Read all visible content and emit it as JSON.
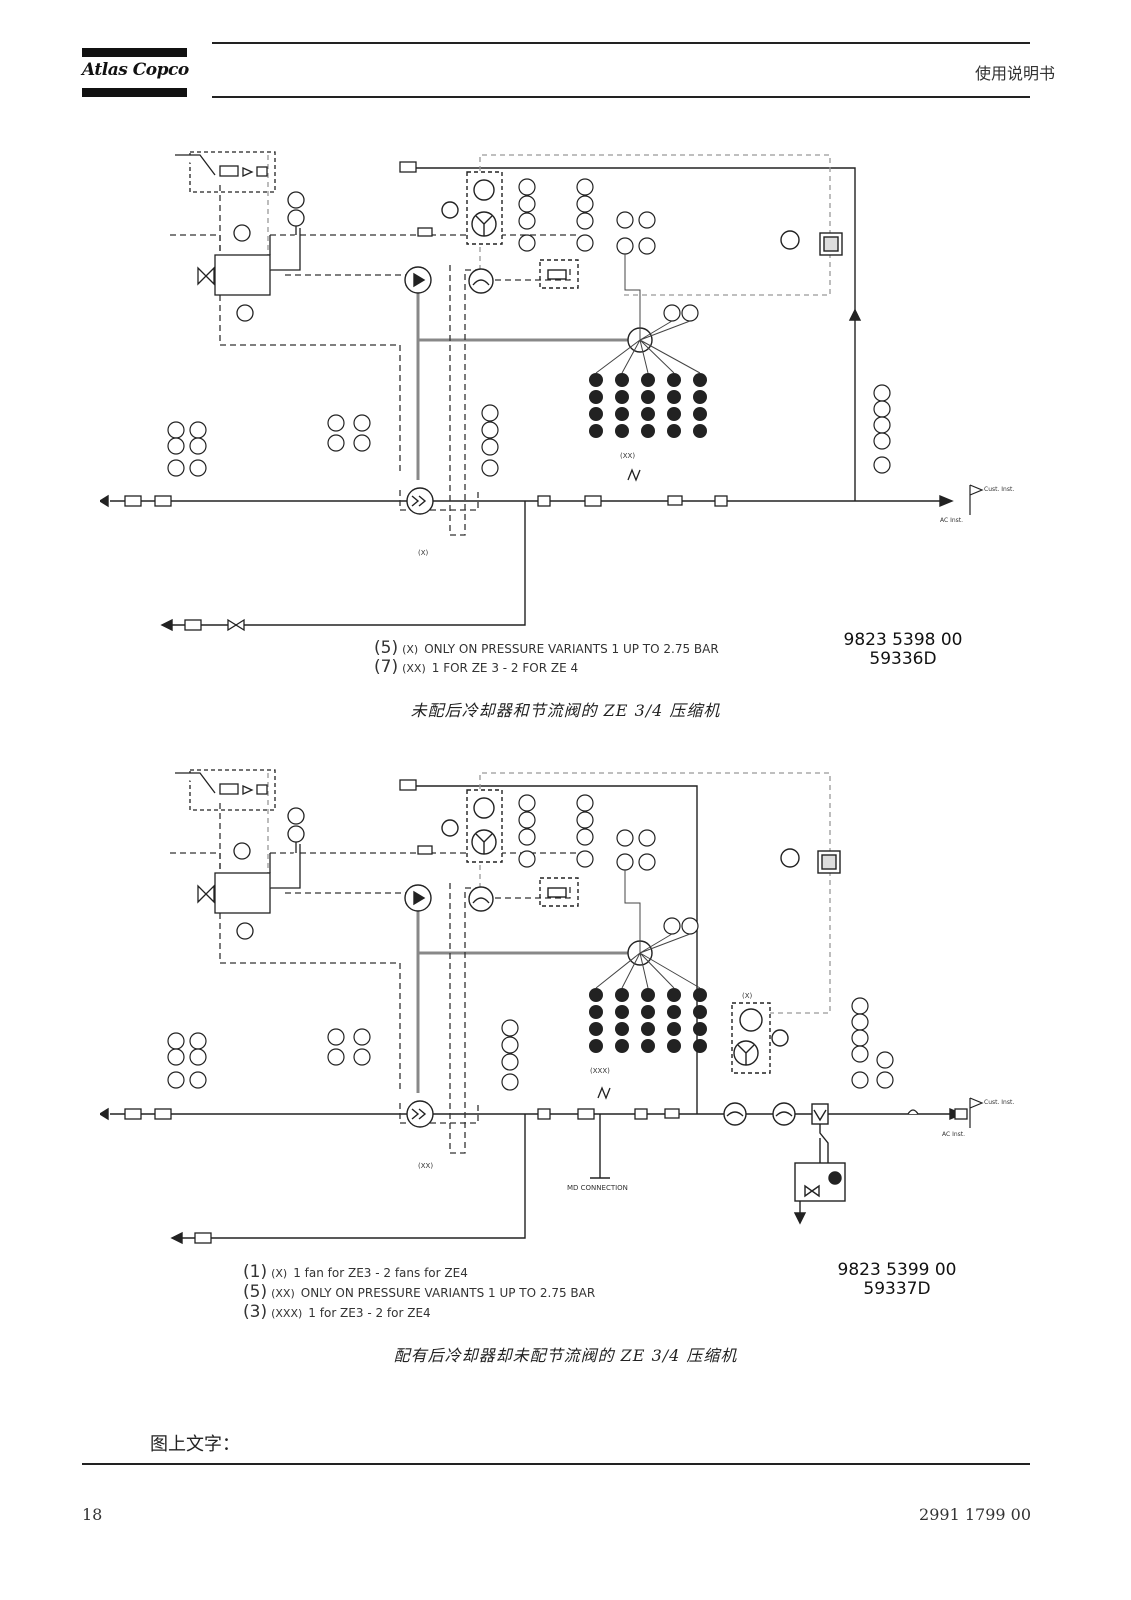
{
  "header": {
    "logo": "Atlas Copco",
    "title": "使用说明书"
  },
  "diagram_top": {
    "notes": [
      {
        "num": "(5)",
        "code": "(X)",
        "text": "ONLY ON PRESSURE VARIANTS 1 UP TO 2.75 BAR"
      },
      {
        "num": "(7)",
        "code": "(XX)",
        "text": "1 FOR ZE 3 - 2 FOR ZE 4"
      }
    ],
    "part_number": "9823 5398 00",
    "drawing_id": "59336D",
    "caption": "未配后冷却器和节流阀的 ZE 3/4 压缩机",
    "labels": {
      "var_x": "(X)",
      "var_xx": "(XX)",
      "cust": "Cust. Inst.",
      "ac": "AC Inst."
    }
  },
  "diagram_bottom": {
    "notes": [
      {
        "num": "(1)",
        "code": "(X)",
        "text": "1 fan for ZE3 - 2 fans for ZE4"
      },
      {
        "num": "(5)",
        "code": "(XX)",
        "text": "ONLY ON PRESSURE VARIANTS 1 UP TO 2.75 BAR"
      },
      {
        "num": "(3)",
        "code": "(XXX)",
        "text": "1 for ZE3 - 2 for ZE4"
      }
    ],
    "part_number": "9823 5399 00",
    "drawing_id": "59337D",
    "caption": "配有后冷却器却未配节流阀的 ZE 3/4 压缩机",
    "labels": {
      "var_x": "(X)",
      "var_xx": "(XX)",
      "var_xxx": "(XXX)",
      "md": "MD CONNECTION",
      "cust": "Cust. Inst.",
      "ac": "AC Inst."
    }
  },
  "body_text": "图上文字：",
  "footer": {
    "page": "18",
    "doc_number": "2991 1799 00"
  }
}
